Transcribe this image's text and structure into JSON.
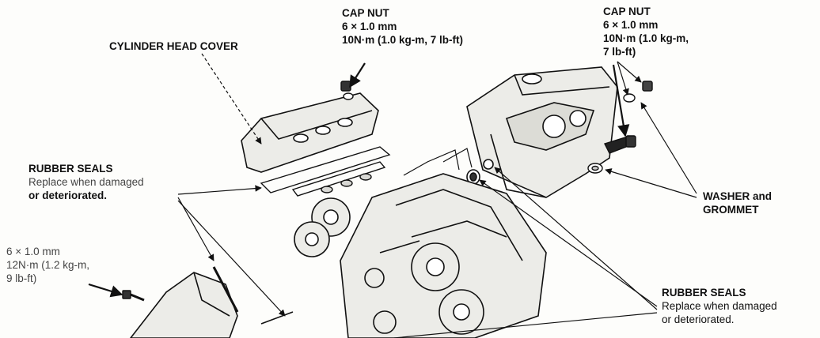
{
  "callouts": {
    "cylinder_head_cover": "CYLINDER HEAD COVER",
    "cap_nut_left": {
      "title": "CAP NUT",
      "size": "6 × 1.0 mm",
      "torque": "10N·m (1.0 kg-m, 7 lb-ft)"
    },
    "cap_nut_right": {
      "title": "CAP NUT",
      "size": "6 × 1.0 mm",
      "torque_line1": "10N·m (1.0 kg-m,",
      "torque_line2": "7 lb-ft)"
    },
    "rubber_seals_left": {
      "title": "RUBBER SEALS",
      "line1": "Replace when damaged",
      "line2": "or deteriorated."
    },
    "bolt_spec": {
      "size": "6 × 1.0 mm",
      "torque_line1": "12N·m (1.2 kg-m,",
      "torque_line2": "9 lb-ft)"
    },
    "washer_grommet": {
      "line1": "WASHER and",
      "line2": "GROMMET"
    },
    "rubber_seals_right": {
      "title": "RUBBER SEALS",
      "line1": "Replace when damaged",
      "line2": "or deteriorated."
    }
  },
  "colors": {
    "ink": "#111111",
    "paper": "#fdfdfb",
    "fill": "#e6e6e2"
  }
}
